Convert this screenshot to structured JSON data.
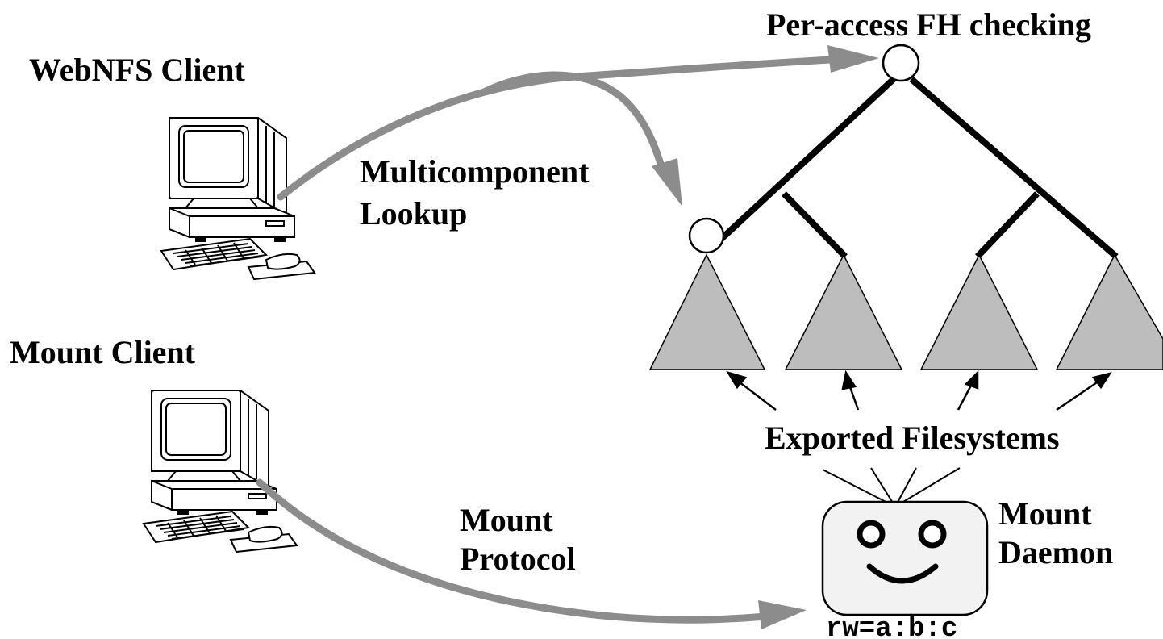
{
  "labels": {
    "webnfs_client": "WebNFS Client",
    "mount_client": "Mount Client",
    "per_access": "Per-access FH checking",
    "multicomponent_line1": "Multicomponent",
    "multicomponent_line2": "Lookup",
    "exported_filesystems": "Exported Filesystems",
    "mount_protocol_line1": "Mount",
    "mount_protocol_line2": "Protocol",
    "mount_daemon_line1": "Mount",
    "mount_daemon_line2": "Daemon",
    "export_options": "rw=a:b:c"
  },
  "icons": {
    "webnfs_client": "desktop-computer-icon",
    "mount_client": "desktop-computer-icon",
    "mount_daemon": "smiley-face-icon"
  },
  "colors": {
    "flow_arrow": "#8c8c8c",
    "filesystem_fill": "#bdbdbd",
    "tree_edge": "#000000",
    "daemon_fill": "#f2f2f2"
  }
}
